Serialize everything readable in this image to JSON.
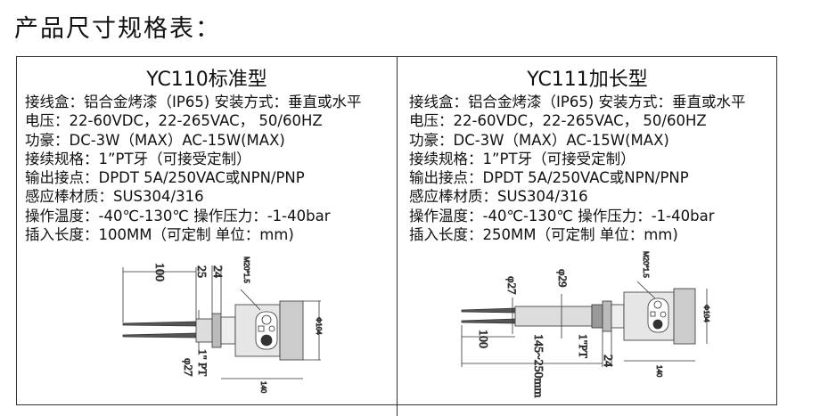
{
  "title": "产品尺寸规格表：",
  "products": [
    {
      "name": "YC110标准型",
      "specs": [
        "接线盒：铝合金烤漆（IP65) 安装方式：垂直或水平",
        "电压：22-60VDC，22-265VAC， 50/60HZ",
        "功豪：DC-3W（MAX）AC-15W(MAX)",
        "接续规格：1”PT牙（可接受定制）",
        "输出接点：DPDT 5A/250VAC或NPN/PNP",
        "感应棒材质：SUS304/316",
        "操作温度：-40℃-130℃   操作压力：-1-40bar",
        "插入长度：100MM（可定制 单位：mm)"
      ],
      "drawing": {
        "d100": "100",
        "d25": "25",
        "d24": "24",
        "thread": "M20*1.5",
        "dia104": "Φ104",
        "len140": "140",
        "pt": "1\" PT",
        "phi27": "φ27"
      }
    },
    {
      "name": "YC111加长型",
      "specs": [
        "接线盒：铝合金烤漆（IP65) 安装方式：垂直或水平",
        "电压：22-60VDC，22-265VAC， 50/60HZ",
        "功豪：DC-3W（MAX）AC-15W(MAX)",
        "接续规格：1”PT牙（可接受定制）",
        "输出接点：DPDT 5A/250VAC或NPN/PNP",
        "感应棒材质：SUS304/316",
        "操作温度：-40℃-130℃   操作压力：-1-40bar",
        "插入长度：250MM（可定制 单位：mm)"
      ],
      "drawing": {
        "phi27": "φ27",
        "phi29": "φ29",
        "thread": "M20*1.5",
        "dia104": "Φ104",
        "d100": "100",
        "range": "145~250mm",
        "pt": "1\"PT",
        "d24": "24",
        "len140": "140"
      }
    }
  ]
}
